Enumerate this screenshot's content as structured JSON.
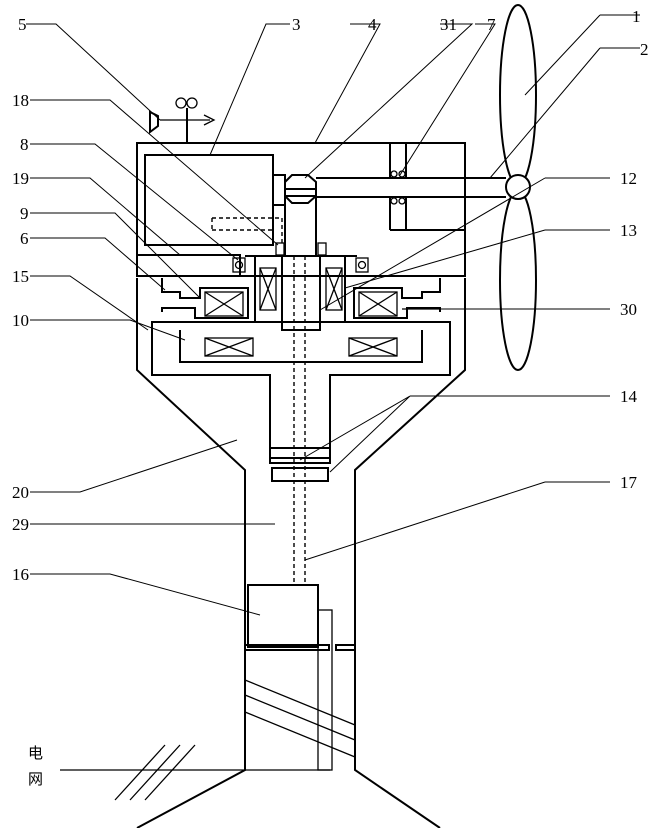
{
  "labels": {
    "l1": "1",
    "l2": "2",
    "l3": "3",
    "l4": "4",
    "l31": "31",
    "l7": "7",
    "l5": "5",
    "l18": "18",
    "l8": "8",
    "l19": "19",
    "l9": "9",
    "l6": "6",
    "l15": "15",
    "l10": "10",
    "l12": "12",
    "l13": "13",
    "l30": "30",
    "l14": "14",
    "l20": "20",
    "l29": "29",
    "l17": "17",
    "l16": "16"
  },
  "grid_text": {
    "char1": "电",
    "char2": "网"
  }
}
